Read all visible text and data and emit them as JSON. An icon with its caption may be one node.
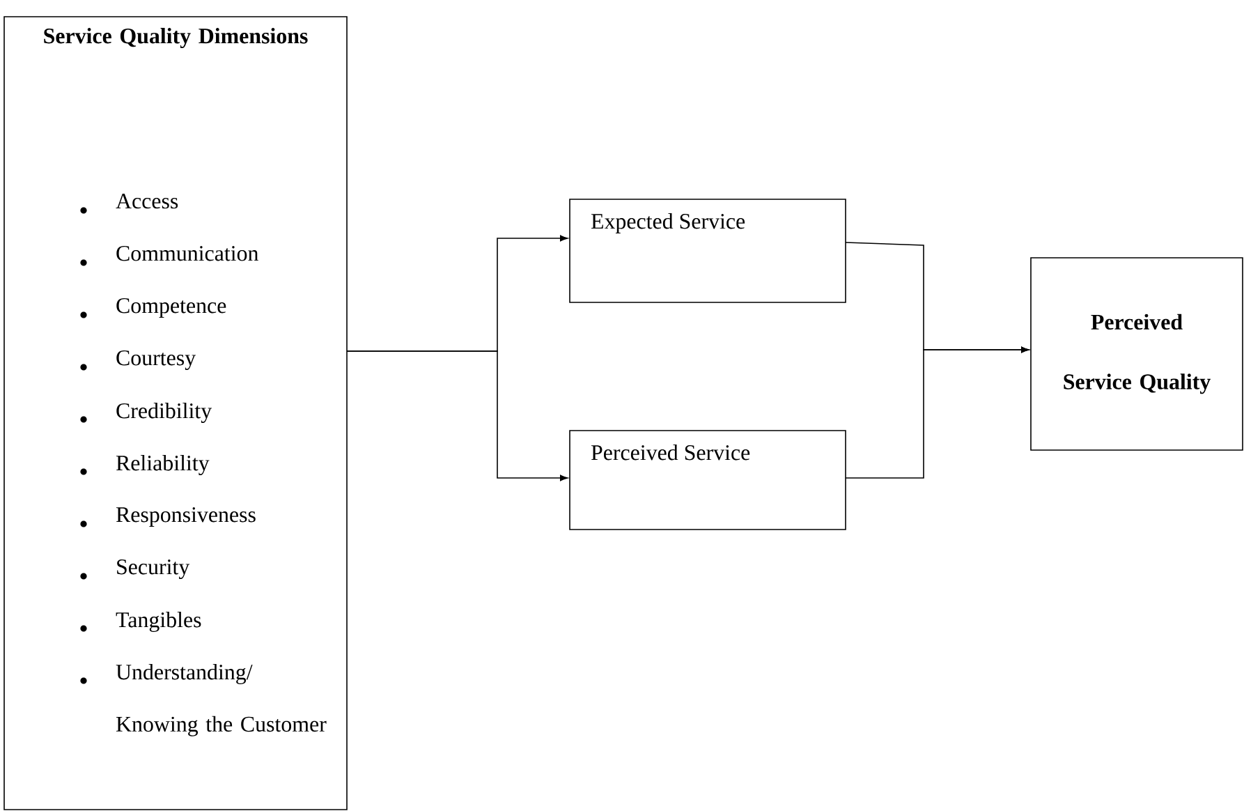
{
  "diagram": {
    "nodes": [
      {
        "text": [
          "Service Quality Dimensions",
          "Access",
          "Communication",
          "Competence",
          "Courtesy",
          "Credibility",
          "Reliability",
          "Responsiveness",
          "Security",
          "Tangibles",
          "Understanding/ Knowing the Customer"
        ]
      },
      {
        "text": [
          "Expected Service"
        ]
      },
      {
        "text": [
          "Perceived Service"
        ]
      },
      {
        "text": [
          "Perceived Service Quality"
        ]
      }
    ],
    "edges": [
      {
        "from": 0,
        "to": 1,
        "arrow": "to"
      },
      {
        "from": 0,
        "to": 2,
        "arrow": "to"
      },
      {
        "from": 1,
        "to": 3,
        "arrow": "to"
      },
      {
        "from": 2,
        "to": 3,
        "arrow": "to"
      }
    ]
  }
}
